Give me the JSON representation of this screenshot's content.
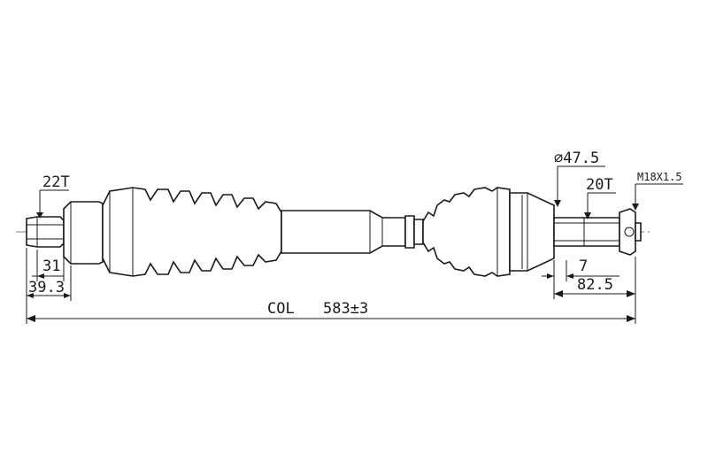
{
  "labels": {
    "left_spline": "22T",
    "left_length_a": "31",
    "left_length_b": "39.3",
    "overall_code": "COL",
    "overall_length": "583±3",
    "seal_diameter": "⌀47.5",
    "right_spline": "20T",
    "thread": "M18X1.5",
    "right_length_a": "7",
    "right_length_b": "82.5"
  },
  "colors": {
    "line": "#1a1a1a",
    "background": "#ffffff"
  }
}
